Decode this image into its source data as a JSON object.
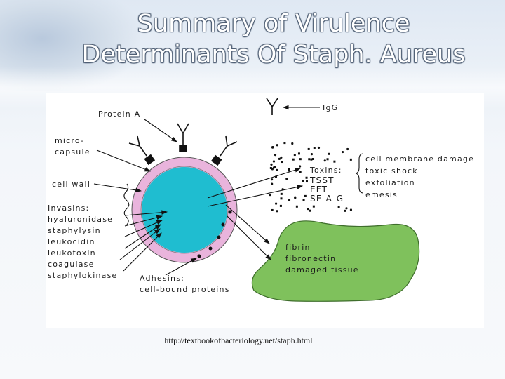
{
  "slide": {
    "title_line1": "Summary of Virulence",
    "title_line2": "Determinants Of Staph. Aureus",
    "source": "http://textbookofbacteriology.net/staph.html"
  },
  "diagram": {
    "protein_a": "Protein A",
    "igg": "IgG",
    "microcapsule_1": "micro-",
    "microcapsule_2": "capsule",
    "cell_wall": "cell wall",
    "invasins_header": "Invasins:",
    "invasins": [
      "hyaluronidase",
      "staphylysin",
      "leukocidin",
      "leukotoxin",
      "coagulase",
      "staphylokinase"
    ],
    "toxins_header": "Toxins:",
    "toxins": [
      "TSST",
      "EFT",
      "SE A-G"
    ],
    "effects": [
      "cell membrane damage",
      "toxic shock",
      "exfoliation",
      "emesis"
    ],
    "adhesins_header": "Adhesins:",
    "adhesins_sub": "cell-bound proteins",
    "tissue": [
      "fibrin",
      "fibronectin",
      "damaged tissue"
    ]
  },
  "colors": {
    "cytoplasm": "#1fbdd0",
    "cell_wall": "#e9b4dc",
    "tissue": "#7fc15c",
    "text_title": "#ffffff"
  }
}
